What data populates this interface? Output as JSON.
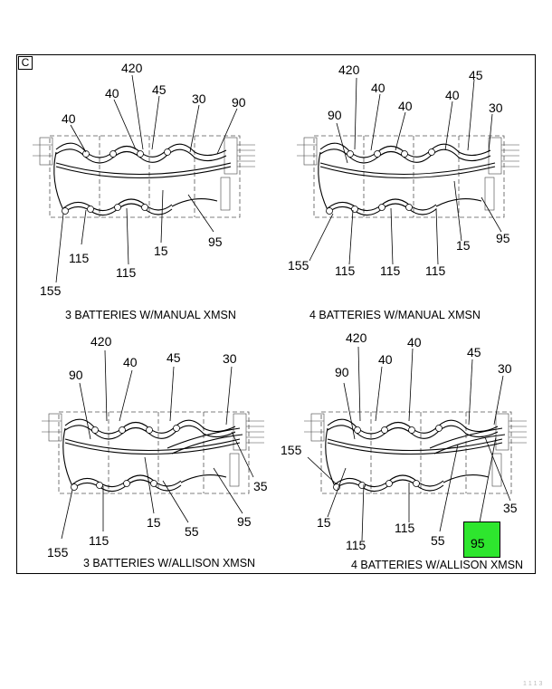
{
  "section_letter": "C",
  "views": [
    {
      "caption": "3 BATTERIES W/MANUAL XMSN",
      "callouts": [
        "420",
        "40",
        "45",
        "30",
        "90",
        "40",
        "115",
        "115",
        "15",
        "95",
        "155"
      ]
    },
    {
      "caption": "4 BATTERIES W/MANUAL XMSN",
      "callouts": [
        "420",
        "45",
        "40",
        "40",
        "40",
        "90",
        "30",
        "155",
        "115",
        "115",
        "115",
        "15",
        "95"
      ]
    },
    {
      "caption": "3 BATTERIES W/ALLISON XMSN",
      "callouts": [
        "420",
        "40",
        "45",
        "30",
        "90",
        "35",
        "115",
        "15",
        "55",
        "95",
        "155"
      ]
    },
    {
      "caption": "4 BATTERIES W/ALLISON XMSN",
      "callouts": [
        "420",
        "40",
        "45",
        "30",
        "90",
        "40",
        "155",
        "15",
        "115",
        "115",
        "55",
        "35",
        "95"
      ]
    }
  ],
  "highlighted_callout": "95",
  "highlight_color": "#2ee62e",
  "footer_id": "1 1 1 3"
}
